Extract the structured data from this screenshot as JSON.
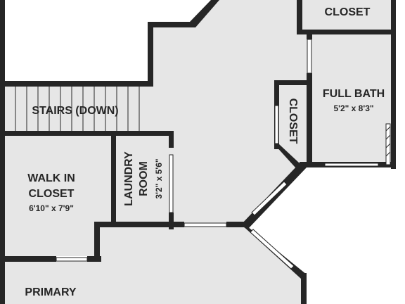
{
  "plan": {
    "wall_color": "#262626",
    "floor_color": "#e6e6e6",
    "window_color": "#ffffff",
    "rooms": {
      "closet_top": {
        "name": "CLOSET"
      },
      "full_bath": {
        "name": "FULL BATH",
        "dimensions": "5'2\" x 8'3\""
      },
      "closet_small": {
        "name": "CLOSET"
      },
      "stairs": {
        "name": "STAIRS (DOWN)"
      },
      "walk_in_closet": {
        "name_line1": "WALK IN",
        "name_line2": "CLOSET",
        "dimensions": "6'10\" x 7'9\""
      },
      "laundry_room": {
        "name_line1": "LAUNDRY",
        "name_line2": "ROOM",
        "dimensions": "3'2\" x 5'6\""
      },
      "primary": {
        "name": "PRIMARY"
      }
    }
  }
}
